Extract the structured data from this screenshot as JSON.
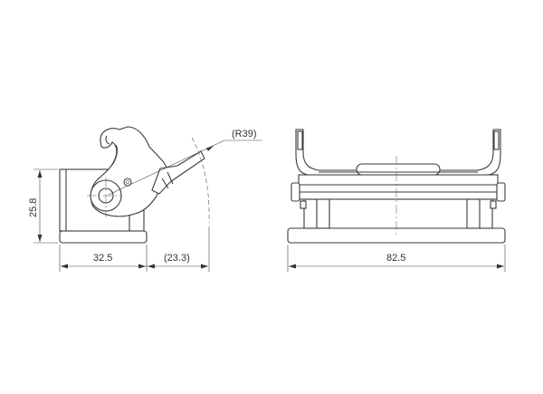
{
  "dimensions": {
    "height_side": "25.8",
    "width_side": "32.5",
    "lever_offset": "(23.3)",
    "lever_radius": "(R39)",
    "width_front": "82.5"
  }
}
